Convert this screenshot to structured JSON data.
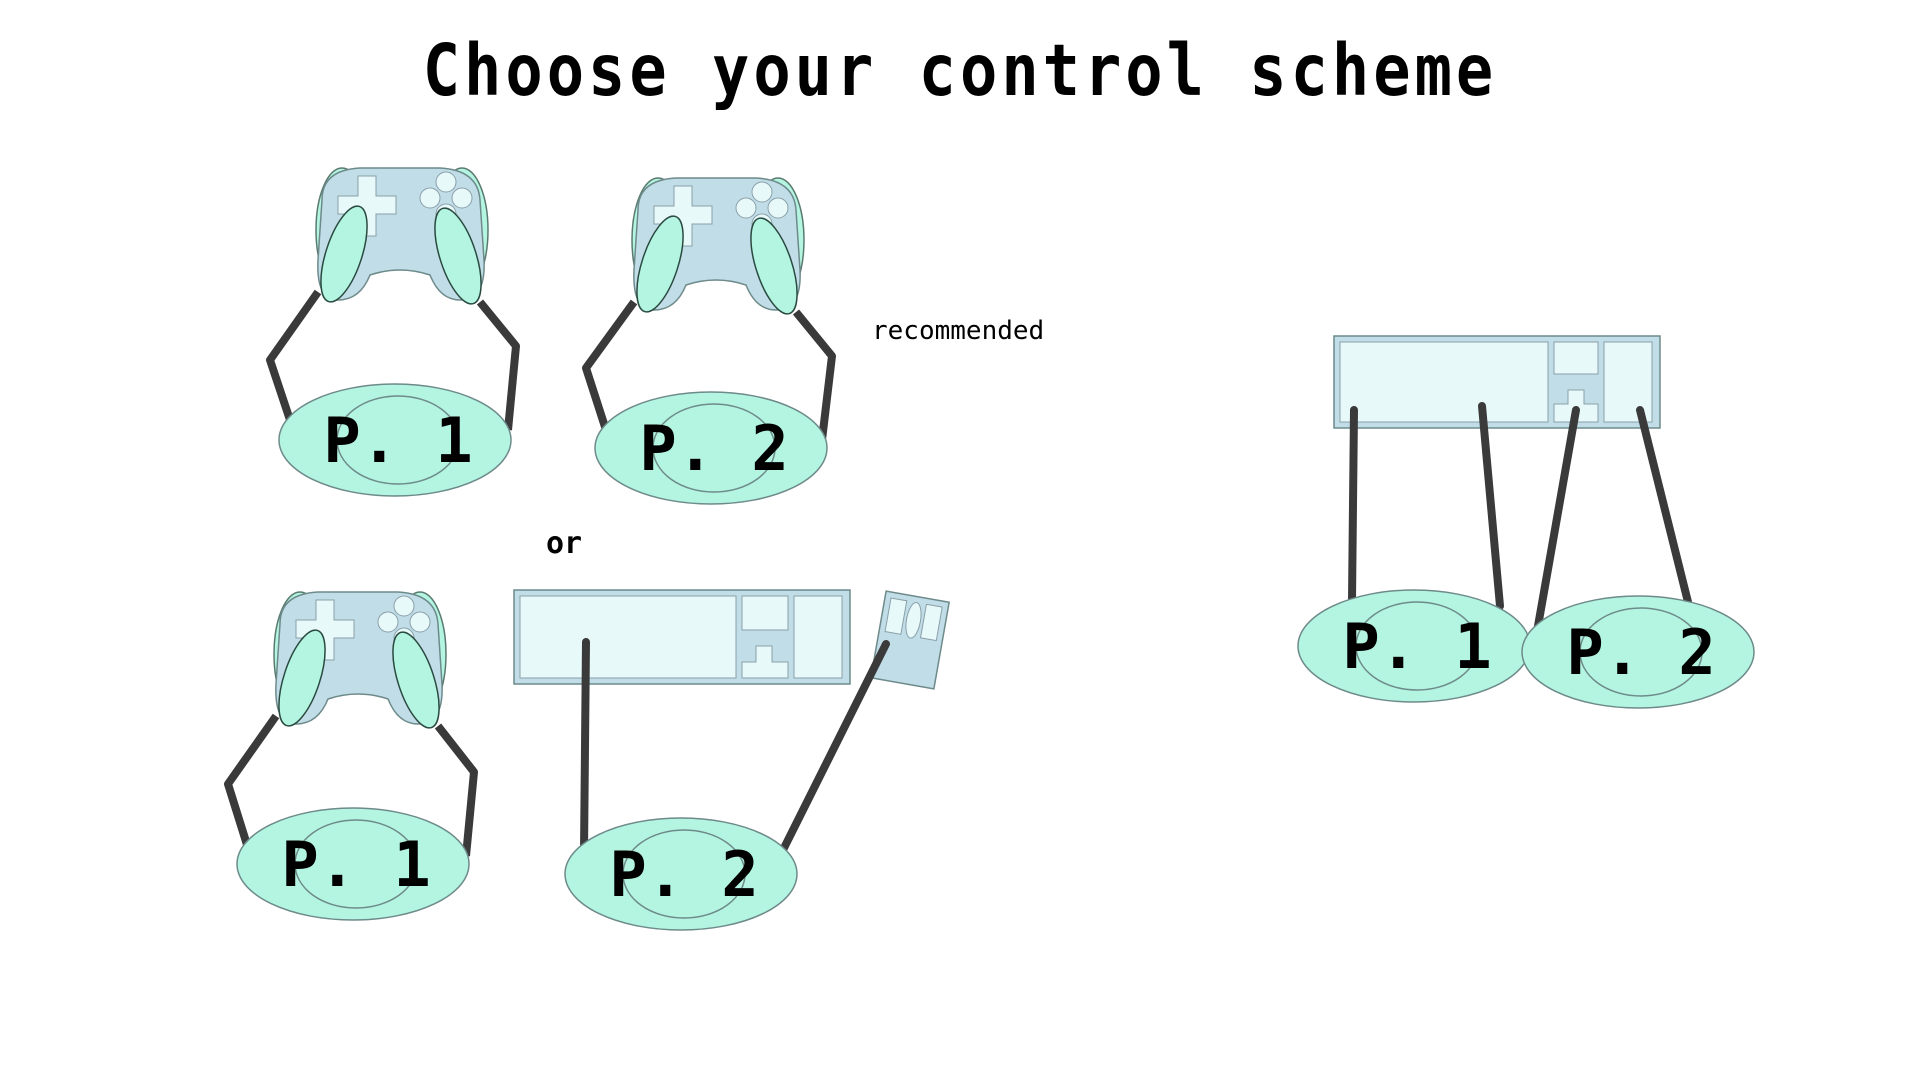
{
  "screen": {
    "title": "Choose your control scheme",
    "recommended_label": "recommended",
    "or_label": "or"
  },
  "schemes": [
    {
      "id": "two-controllers",
      "players": [
        "P. 1",
        "P. 2"
      ],
      "devices": [
        "controller",
        "controller"
      ]
    },
    {
      "id": "controller-and-keyboard-mouse",
      "players": [
        "P. 1",
        "P. 2"
      ],
      "devices": [
        "controller",
        "keyboard-mouse"
      ]
    },
    {
      "id": "shared-keyboard",
      "players": [
        "P. 1",
        "P. 2"
      ],
      "devices": [
        "keyboard"
      ]
    }
  ],
  "colors": {
    "player_disc": "#b3f5e0",
    "controller_body": "#c0dde8",
    "device_highlight": "#e8f9fa",
    "cable": "#3a3a3a",
    "outline": "#6e8a8a"
  },
  "icons": [
    "gamepad-icon",
    "keyboard-icon",
    "mouse-icon",
    "hand-icon"
  ]
}
